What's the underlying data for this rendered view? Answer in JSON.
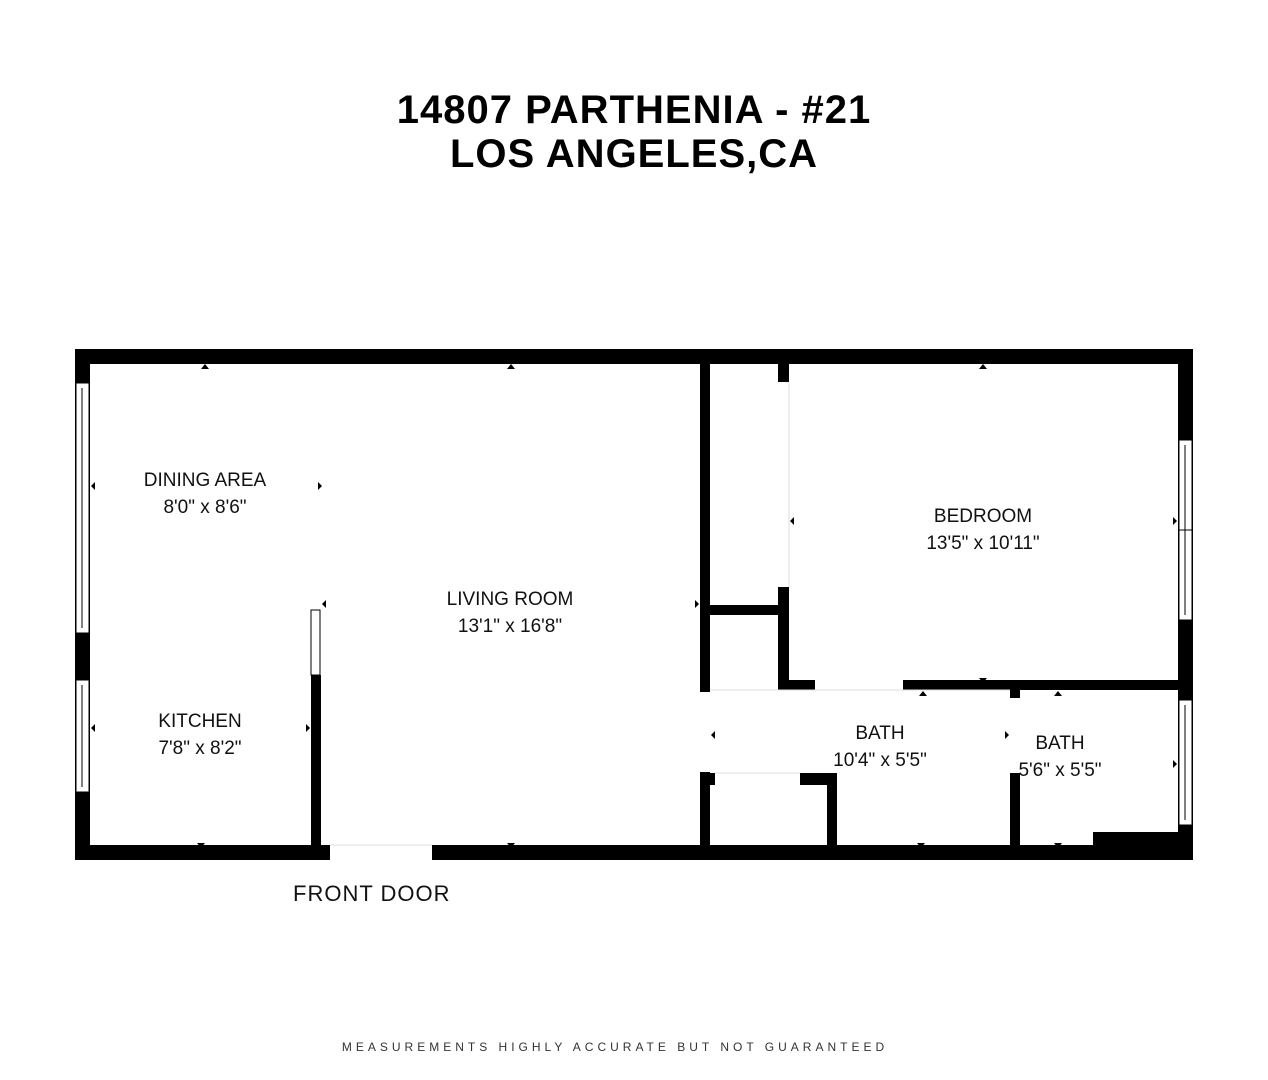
{
  "title": {
    "line1": "14807 PARTHENIA - #21",
    "line2": "LOS ANGELES,CA"
  },
  "rooms": [
    {
      "name": "DINING AREA",
      "dims": "8'0\" x 8'6\""
    },
    {
      "name": "KITCHEN",
      "dims": "7'8\" x 8'2\""
    },
    {
      "name": "LIVING ROOM",
      "dims": "13'1\" x 16'8\""
    },
    {
      "name": "BEDROOM",
      "dims": "13'5\" x 10'11\""
    },
    {
      "name": "BATH",
      "dims": "10'4\" x 5'5\""
    },
    {
      "name": "BATH",
      "dims": "5'6\" x 5'5\""
    }
  ],
  "front_door_label": "FRONT DOOR",
  "disclaimer": "MEASUREMENTS HIGHLY ACCURATE BUT NOT GUARANTEED",
  "colors": {
    "wall": "#000000",
    "background": "#ffffff"
  }
}
